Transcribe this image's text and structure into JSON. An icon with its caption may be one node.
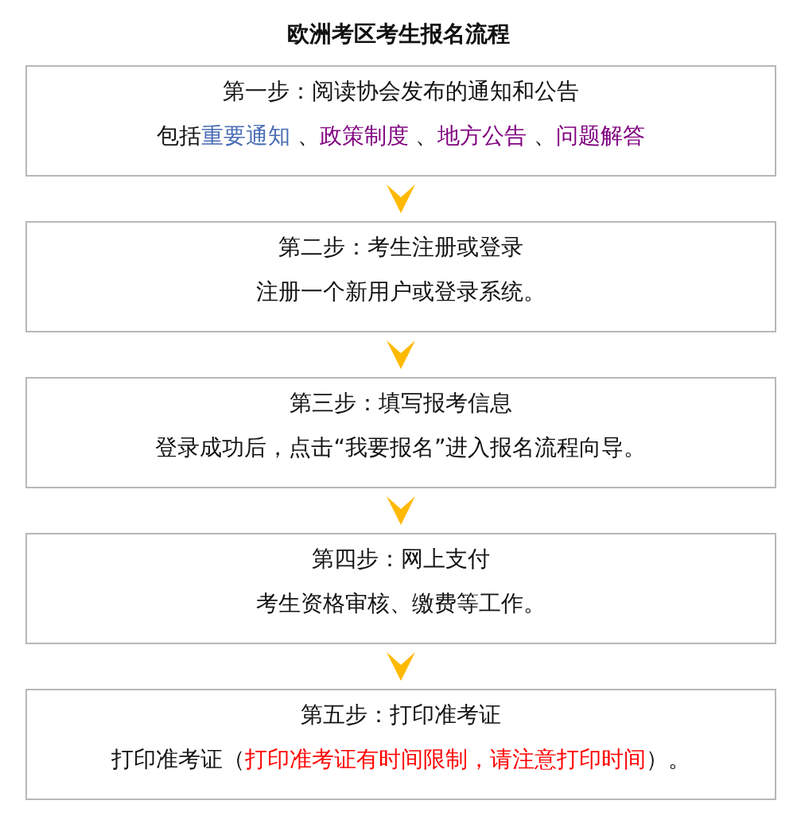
{
  "diagram": {
    "title": "欧洲考区考生报名流程",
    "nodes": [
      {
        "text": [
          "第一步：阅读协会发布的通知和公告",
          "包括重要通知 、政策制度 、地方公告 、问题解答"
        ]
      },
      {
        "text": [
          "第二步：考生注册或登录",
          "注册一个新用户或登录系统。"
        ]
      },
      {
        "text": [
          "第三步：填写报考信息",
          "登录成功后，点击“我要报名”进入报名流程向导。"
        ]
      },
      {
        "text": [
          "第四步：网上支付",
          "考生资格审核、缴费等工作。"
        ]
      },
      {
        "text": [
          "第五步：打印准考证",
          "打印准考证（打印准考证有时间限制，请注意打印时间）。"
        ]
      }
    ],
    "edges": [
      {
        "from": 0,
        "to": 1,
        "arrow": "to"
      },
      {
        "from": 1,
        "to": 2,
        "arrow": "to"
      },
      {
        "from": 2,
        "to": 3,
        "arrow": "to"
      },
      {
        "from": 3,
        "to": 4,
        "arrow": "to"
      }
    ]
  }
}
